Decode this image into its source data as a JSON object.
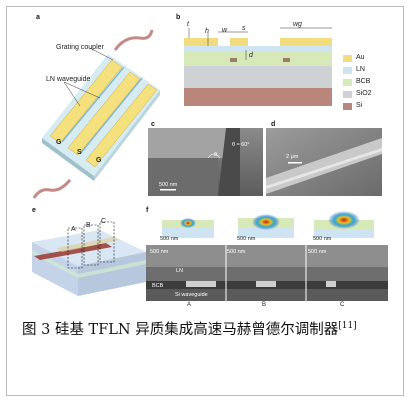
{
  "figure": {
    "panel_a": {
      "label": "a",
      "grating_coupler": "Grating coupler",
      "ln_waveguide": "LN waveguide",
      "electrodes": [
        "G",
        "S",
        "G"
      ]
    },
    "panel_b": {
      "label": "b",
      "dims": {
        "t": "t",
        "h": "h",
        "w": "w",
        "wg": "wg",
        "s": "s",
        "d": "d"
      },
      "legend": [
        "Au",
        "LN",
        "BCB",
        "SiO2",
        "Si"
      ],
      "legend_colors": [
        "#f1dc80",
        "#cfe4f2",
        "#d7e9b9",
        "#cfd2d4",
        "#b8867a"
      ]
    },
    "panel_c": {
      "label": "c",
      "angle": "θ",
      "angle_value": "θ ≈ 60°",
      "scale_bar": "500 nm"
    },
    "panel_d": {
      "label": "d",
      "scale_bar": "2 μm"
    },
    "panel_e": {
      "label": "e",
      "sections": [
        "A",
        "B",
        "C"
      ]
    },
    "panel_f": {
      "label": "f",
      "mode_scale": "500 nm",
      "sem_scale": "500 nm",
      "ln": "LN",
      "bcb": "BCB",
      "si_waveguide": "Si waveguide",
      "sections": [
        "A",
        "B",
        "C"
      ]
    }
  },
  "caption": {
    "text": "图 3  硅基 TFLN 异质集成高速马赫曾德尔调制器",
    "ref": "[11]"
  }
}
